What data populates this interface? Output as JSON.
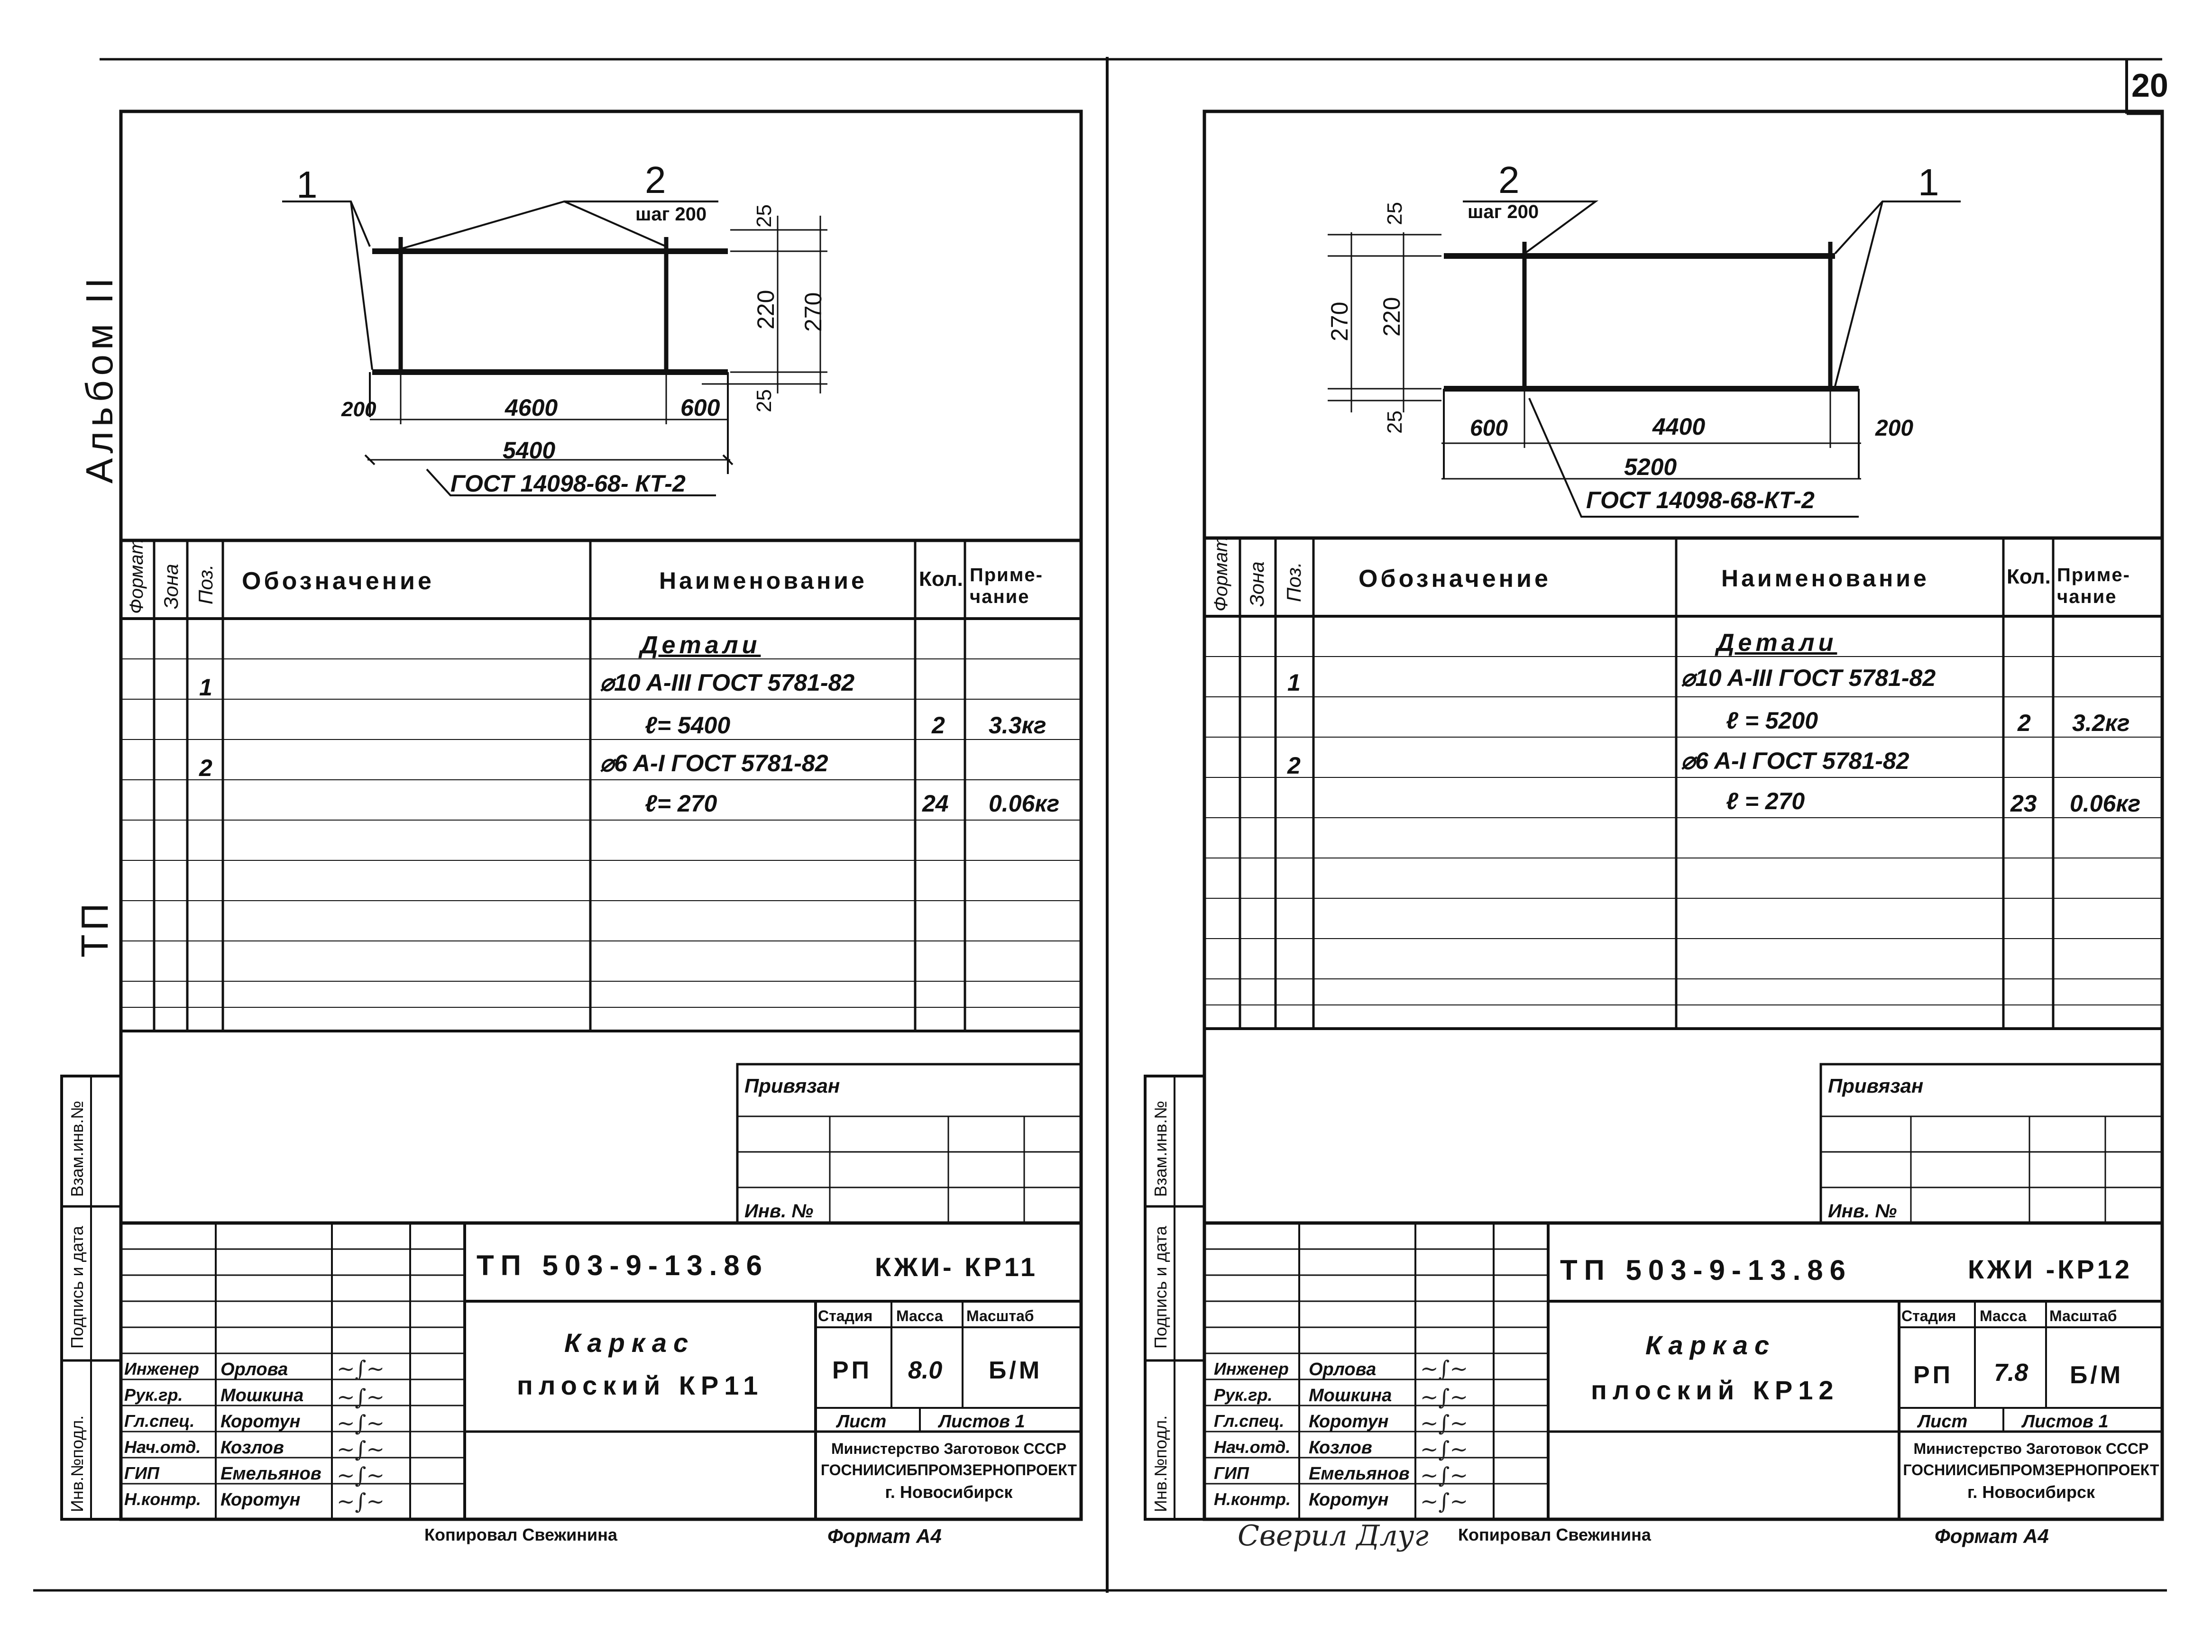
{
  "page_number": "20",
  "left": {
    "album": "Альбом II",
    "tp_side": "ТП",
    "drawing": {
      "pos_left": "1",
      "pos_right": "2",
      "step": "шаг 200",
      "dims_h": [
        "200",
        "4600",
        "600",
        "5400"
      ],
      "dims_v": [
        "25",
        "220",
        "270",
        "25"
      ],
      "gost": "ГОСТ 14098-68- КТ-2"
    },
    "spec_header": {
      "format": "Формат",
      "zone": "Зона",
      "pos": "Поз.",
      "designation": "Обозначение",
      "name": "Наименование",
      "qty": "Кол.",
      "note": "Приме-чание"
    },
    "spec_rows": [
      {
        "pos": "",
        "name": "Детали",
        "qty": "",
        "note": ""
      },
      {
        "pos": "1",
        "name": "⌀10 A-III ГОСТ 5781-82",
        "qty": "",
        "note": ""
      },
      {
        "pos": "",
        "name": "ℓ= 5400",
        "qty": "2",
        "note": "3.3кг"
      },
      {
        "pos": "2",
        "name": "⌀6 A-I ГОСТ 5781-82",
        "qty": "",
        "note": ""
      },
      {
        "pos": "",
        "name": "ℓ= 270",
        "qty": "24",
        "note": "0.06кг"
      }
    ],
    "privyazan": "Привязан",
    "inv_no": "Инв. №",
    "side_labels": [
      "Взам.инв.№",
      "Подпись и дата",
      "Инв.№подл."
    ],
    "code": "ТП 503-9-13.86",
    "mark": "КЖИ- КР11",
    "title_1": "Каркас",
    "title_2": "плоский КР11",
    "stage_h": "Стадия",
    "mass_h": "Масса",
    "scale_h": "Масштаб",
    "stage": "РП",
    "mass": "8.0",
    "scale": "Б/М",
    "sheet": "Лист",
    "sheets": "Листов 1",
    "org_1": "Министерство Заготовок СССР",
    "org_2": "ГОСНИИСИБПРОМЗЕРНОПРОЕКТ",
    "org_3": "г. Новосибирск",
    "roles": [
      "Инженер",
      "Рук.гр.",
      "Гл.спец.",
      "Нач.отд.",
      "ГИП",
      "Н.контр."
    ],
    "names": [
      "Орлова",
      "Мошкина",
      "Коротун",
      "Козлов",
      "Емельянов",
      "Коротун"
    ],
    "copied": "Копировал Свежинина",
    "format": "Формат А4"
  },
  "right": {
    "drawing": {
      "pos_left": "2",
      "pos_right": "1",
      "step": "шаг 200",
      "dims_h": [
        "600",
        "4400",
        "200",
        "5200"
      ],
      "dims_v": [
        "25",
        "220",
        "270",
        "25"
      ],
      "gost": "ГОСТ 14098-68-КТ-2"
    },
    "spec_header": {
      "format": "Формат",
      "zone": "Зона",
      "pos": "Поз.",
      "designation": "Обозначение",
      "name": "Наименование",
      "qty": "Кол.",
      "note": "Приме-чание"
    },
    "spec_rows": [
      {
        "pos": "",
        "name": "Детали",
        "qty": "",
        "note": ""
      },
      {
        "pos": "1",
        "name": "⌀10 A-III ГОСТ 5781-82",
        "qty": "",
        "note": ""
      },
      {
        "pos": "",
        "name": "ℓ = 5200",
        "qty": "2",
        "note": "3.2кг"
      },
      {
        "pos": "2",
        "name": "⌀6 A-I ГОСТ 5781-82",
        "qty": "",
        "note": ""
      },
      {
        "pos": "",
        "name": "ℓ = 270",
        "qty": "23",
        "note": "0.06кг"
      }
    ],
    "privyazan": "Привязан",
    "inv_no": "Инв. №",
    "side_labels": [
      "Взам.инв.№",
      "Подпись и дата",
      "Инв.№подл."
    ],
    "code": "ТП 503-9-13.86",
    "mark": "КЖИ -КР12",
    "title_1": "Каркас",
    "title_2": "плоский КР12",
    "stage_h": "Стадия",
    "mass_h": "Масса",
    "scale_h": "Масштаб",
    "stage": "РП",
    "mass": "7.8",
    "scale": "Б/М",
    "sheet": "Лист",
    "sheets": "Листов 1",
    "org_1": "Министерство Заготовок СССР",
    "org_2": "ГОСНИИСИБПРОМЗЕРНОПРОЕКТ",
    "org_3": "г. Новосибирск",
    "roles": [
      "Инженер",
      "Рук.гр.",
      "Гл.спец.",
      "Нач.отд.",
      "ГИП",
      "Н.контр."
    ],
    "names": [
      "Орлова",
      "Мошкина",
      "Коротун",
      "Козлов",
      "Емельянов",
      "Коротун"
    ],
    "checked": "Сверил Длуг",
    "copied": "Копировал Свежинина",
    "format": "Формат А4"
  }
}
